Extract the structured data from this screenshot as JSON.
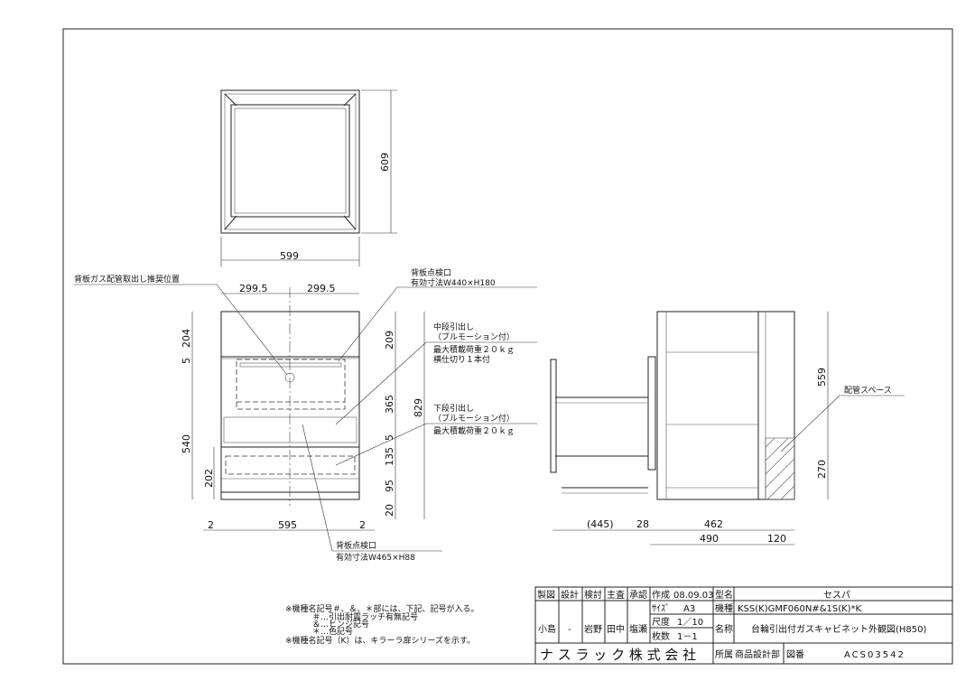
{
  "top_view": {
    "width": "599",
    "depth": "609"
  },
  "front_view": {
    "half_left": "299.5",
    "half_right": "299.5",
    "left_dims": [
      "204",
      "5",
      "540",
      "202"
    ],
    "right_dims": [
      "209",
      "365",
      "5",
      "135",
      "95",
      "20",
      "829"
    ],
    "bottom_dims": [
      "2",
      "595",
      "2"
    ]
  },
  "side_view": {
    "dims_bottom": [
      "(445)",
      "28",
      "462",
      "490",
      "120"
    ],
    "dims_right": [
      "559",
      "270"
    ]
  },
  "annotations": {
    "gas_pipe": "背板ガス配管取出し推奨位置",
    "back_panel_top": "背板点検口",
    "back_panel_top_size": "有効寸法W440×H180",
    "middle_drawer": "中段引出し",
    "middle_drawer_sub": "（ブルモーション付）",
    "middle_drawer_load": "最大積載荷重２０ｋｇ",
    "middle_drawer_div": "横仕切り１本付",
    "lower_drawer": "下段引出し",
    "lower_drawer_sub": "（ブルモーション付）",
    "lower_drawer_load": "最大積載荷重２０ｋｇ",
    "back_panel_bottom": "背板点検口",
    "back_panel_bottom_size": "有効寸法W465×H88",
    "pipe_space": "配管スペース"
  },
  "notes": [
    "※機種名記号＃、＆、＊部には、下記、記号が入る。",
    "＃…引出耐震ラッチ有無記号",
    "＆…ヒンジ記号",
    "＊…色記号",
    "※機種名記号（K）は、キラーラ扉シリーズを示す。"
  ],
  "title_block": {
    "headers": [
      "製図",
      "設計",
      "検討",
      "主査",
      "承認"
    ],
    "names": [
      "小島",
      "-",
      "岩野",
      "田中",
      "塩瀬"
    ],
    "created_label": "作成",
    "created": "08.09.03",
    "size_label": "ｻｲｽﾞ",
    "size": "A3",
    "scale_label": "尺度",
    "scale": "1／10",
    "sheets_label": "枚数",
    "sheets": "1－1",
    "model_label": "型名",
    "model": "セスパ",
    "type_label": "機種",
    "type": "KSS(K)GMF060N#&1S(K)*K",
    "name_label": "名称",
    "name": "台輪引出付ガスキャビネット外観図(H850)",
    "company": "ナ ス ラ ッ ク 株 式 会 社",
    "dept_label": "所属",
    "dept": "商品設計部",
    "drawing_no_label": "図番",
    "drawing_no": "ACS03542"
  }
}
